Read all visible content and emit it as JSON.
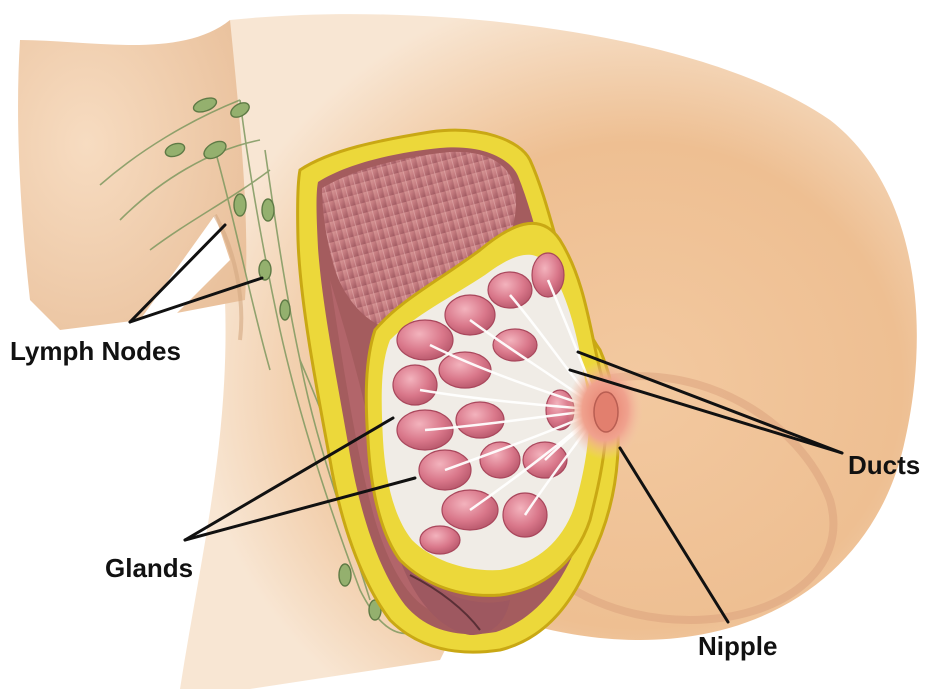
{
  "labels": {
    "lymph_nodes": "Lymph Nodes",
    "ducts": "Ducts",
    "glands": "Glands",
    "nipple": "Nipple"
  },
  "colors": {
    "skin_light": "#f6dcc0",
    "skin_mid": "#eab98c",
    "skin_shadow": "#c98a62",
    "fat_yellow": "#ecd83a",
    "fat_outline": "#c9a814",
    "muscle": "#c77f80",
    "muscle_dark": "#8c4b4f",
    "gland_pink": "#d8788a",
    "duct_white": "#f4f1ee",
    "nipple": "#e8907a",
    "lymph_green": "#8ea86a",
    "leader_line": "#111111"
  }
}
